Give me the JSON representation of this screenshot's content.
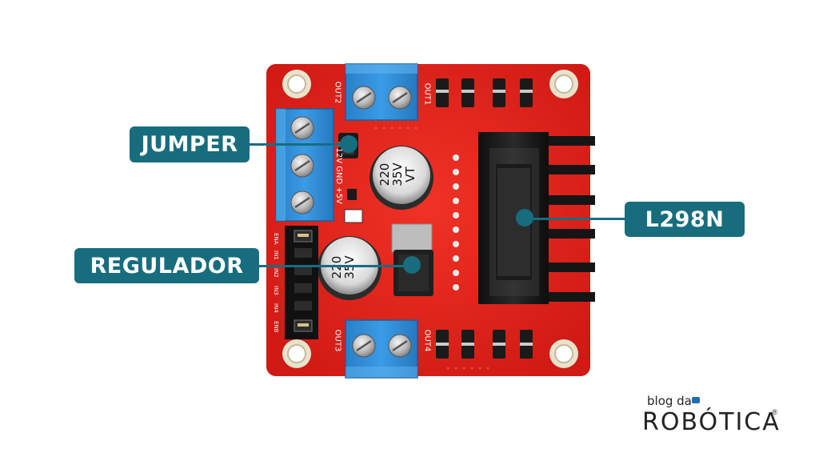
{
  "callouts": {
    "jumper": "JUMPER",
    "regulador": "REGULADOR",
    "l298n": "L298N"
  },
  "board_silkscreen": {
    "out1": "OUT1",
    "out2": "OUT2",
    "out3": "OUT3",
    "out4": "OUT4",
    "power_pins": "+12V GND +5V",
    "cap1_value": "220",
    "cap1_voltage": "35V",
    "cap1_brand": "VT",
    "cap2_value": "220",
    "cap2_voltage": "35V",
    "pin_labels": [
      "ENA",
      "IN1",
      "IN2",
      "IN3",
      "IN4",
      "ENB"
    ]
  },
  "logo": {
    "small": "blog da",
    "big": "ROBÓTICA",
    "reg": "®"
  },
  "colors": {
    "callout_bg": "#176d7e",
    "pcb_red": "#e5231e",
    "terminal_blue": "#2f8fd8",
    "heatsink_black": "#151515"
  }
}
